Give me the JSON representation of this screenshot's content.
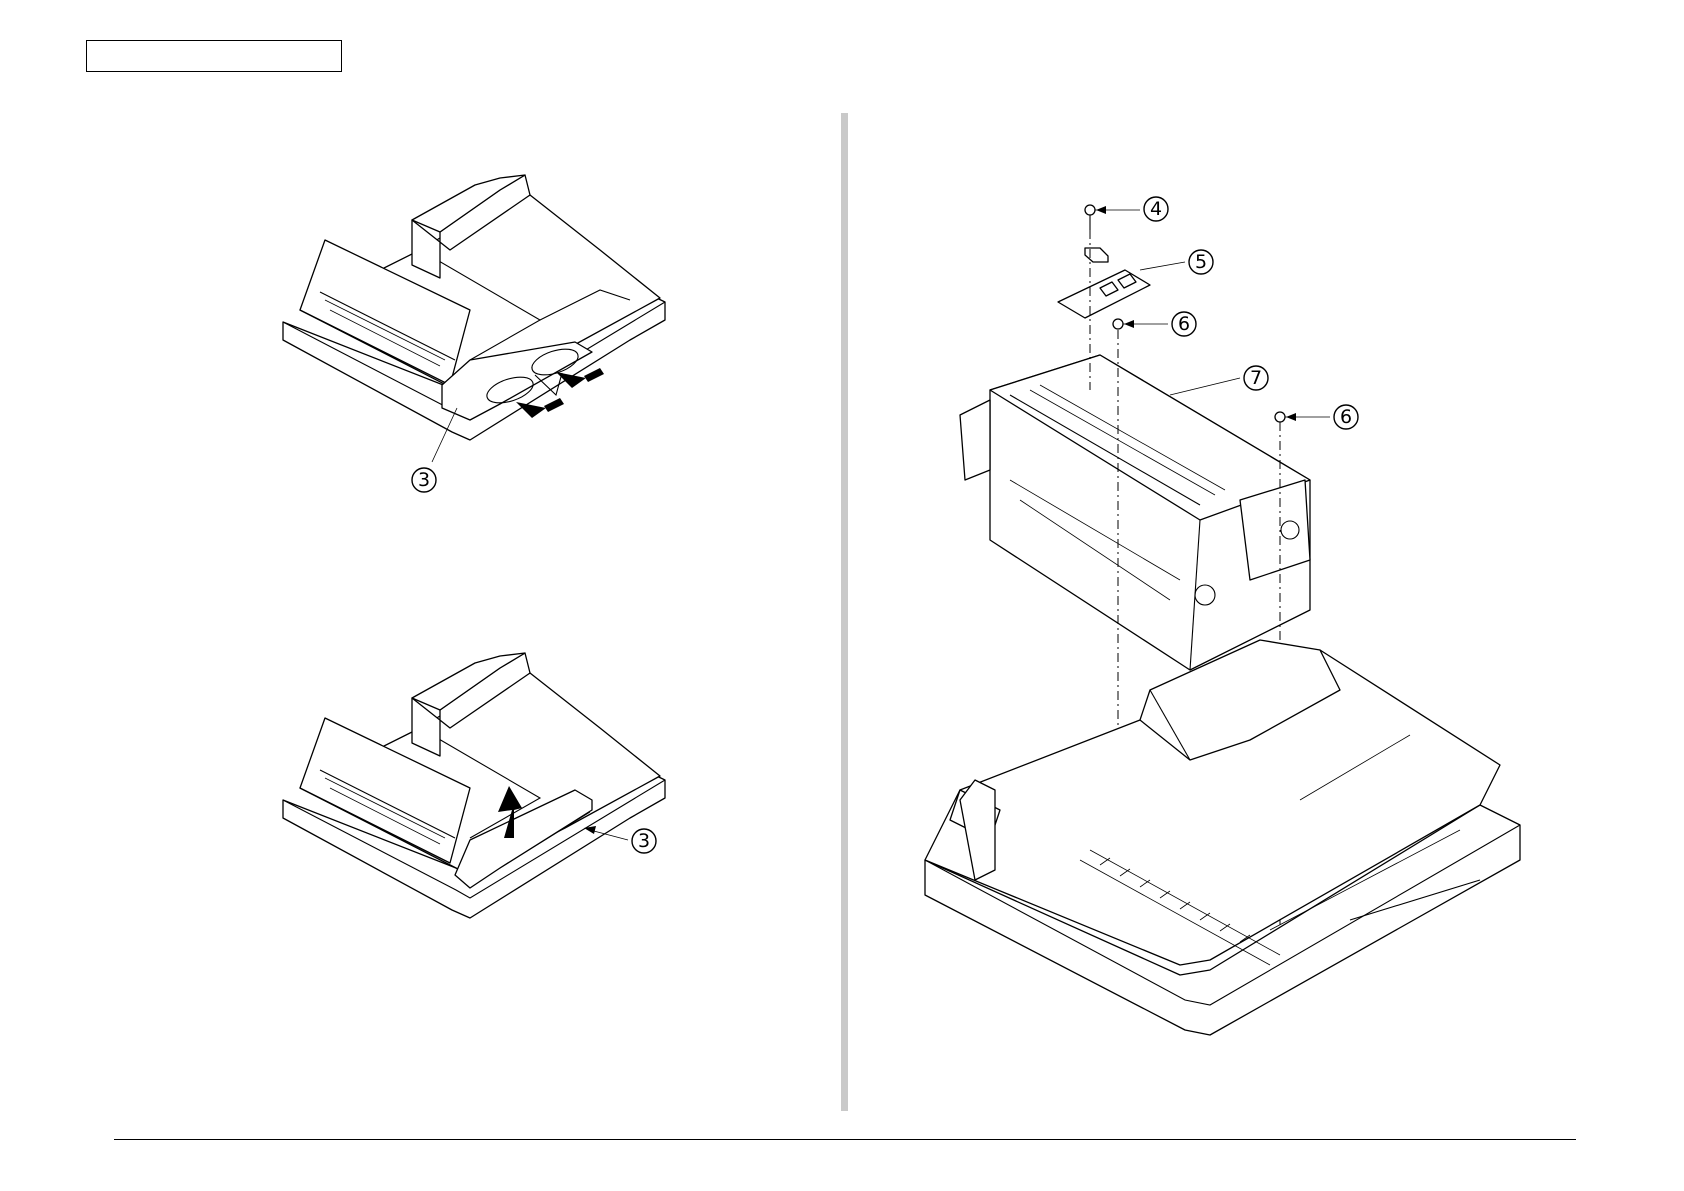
{
  "header": {
    "section_label": ""
  },
  "figures": {
    "top_left": {
      "callouts": [
        "3"
      ]
    },
    "bottom_left": {
      "callouts": [
        "3"
      ]
    },
    "right": {
      "callouts": [
        "4",
        "5",
        "6",
        "7",
        "6"
      ]
    }
  }
}
